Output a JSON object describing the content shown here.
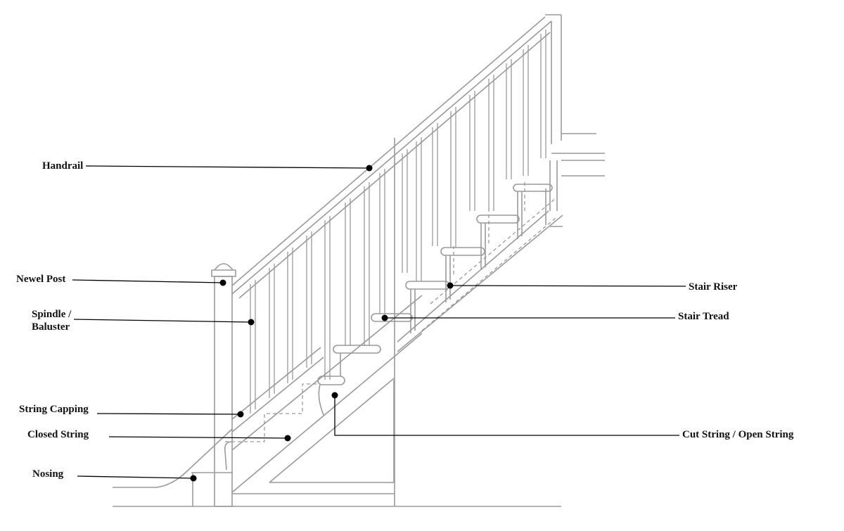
{
  "labels": {
    "handrail": "Handrail",
    "newel_post": "Newel Post",
    "spindle_line1": "Spindle /",
    "spindle_line2": "Baluster",
    "string_capping": "String Capping",
    "closed_string": "Closed String",
    "nosing": "Nosing",
    "stair_riser": "Stair Riser",
    "stair_tread": "Stair Tread",
    "cut_string": "Cut String / Open String"
  },
  "colors": {
    "drawing_line": "#9a9a9a",
    "leader_line": "#000000",
    "background": "#ffffff"
  }
}
